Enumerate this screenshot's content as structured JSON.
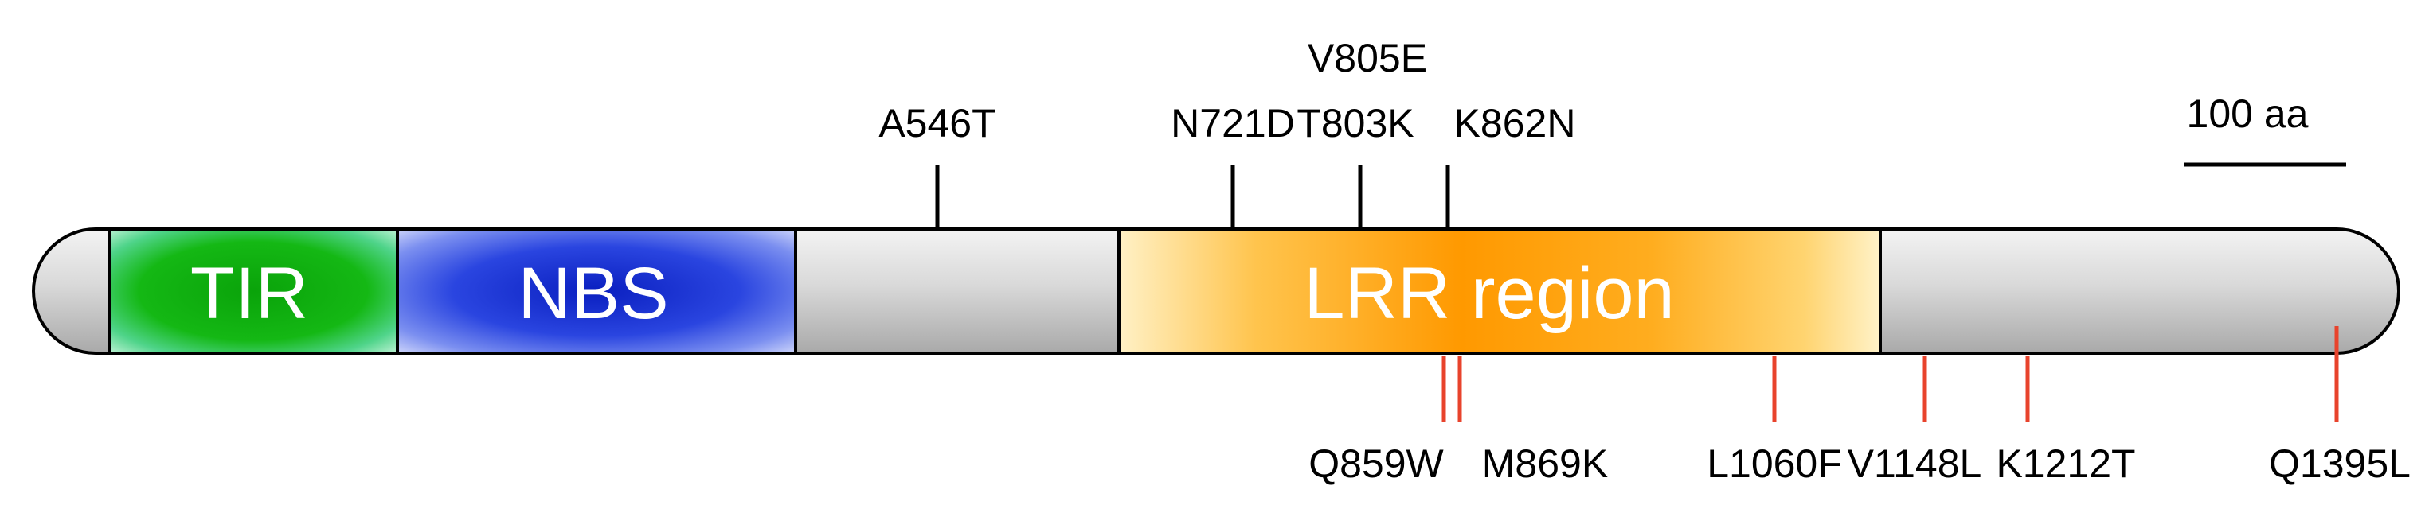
{
  "domains": {
    "tir": {
      "label": "TIR"
    },
    "nbs": {
      "label": "NBS"
    },
    "lrr": {
      "label": "LRR region"
    }
  },
  "scale_bar": {
    "label": "100 aa"
  },
  "mutations_top": [
    {
      "label": "A546T"
    },
    {
      "label": "N721D"
    },
    {
      "label": "T803K"
    },
    {
      "label": "V805E"
    },
    {
      "label": "K862N"
    }
  ],
  "mutations_bottom": [
    {
      "label": "Q859W"
    },
    {
      "label": "M869K"
    },
    {
      "label": "L1060F"
    },
    {
      "label": "V1148L"
    },
    {
      "label": "K1212T"
    },
    {
      "label": "Q1395L"
    }
  ],
  "colors": {
    "tir": "#10b010",
    "nbs": "#1a2fd0",
    "lrr": "#ff9a00",
    "backbone": "#d8d8d8",
    "bottom_tick": "#e8432c",
    "top_tick": "#000000"
  }
}
